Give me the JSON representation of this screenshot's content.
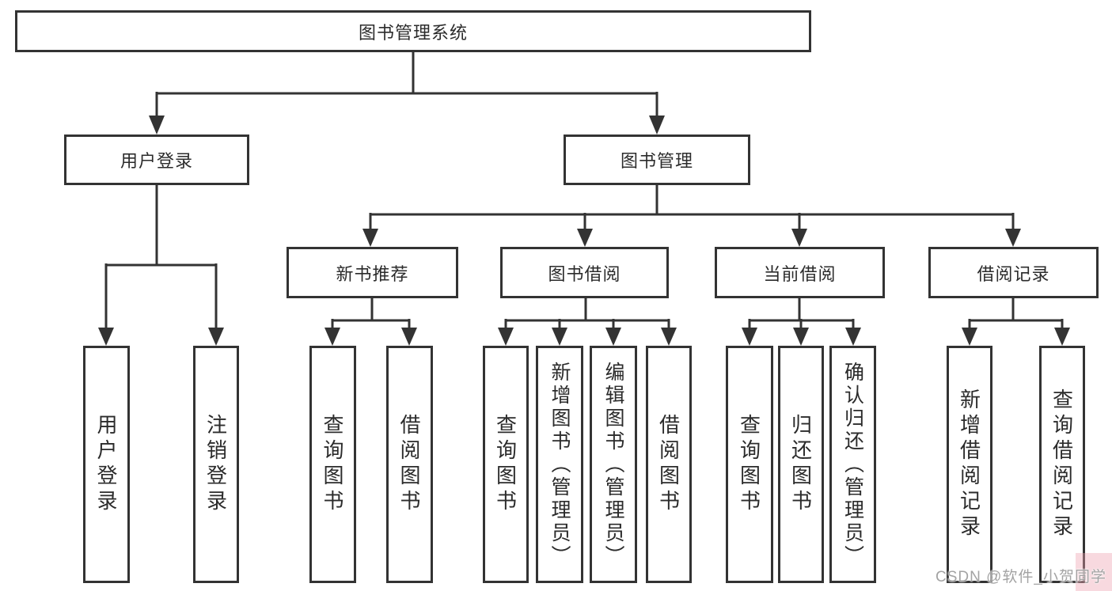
{
  "tree": {
    "label": "图书管理系统",
    "children": [
      {
        "label": "用户登录",
        "children": [
          {
            "label": "用户登录"
          },
          {
            "label": "注销登录"
          }
        ]
      },
      {
        "label": "图书管理",
        "children": [
          {
            "label": "新书推荐",
            "children": [
              {
                "label": "查询图书"
              },
              {
                "label": "借阅图书"
              }
            ]
          },
          {
            "label": "图书借阅",
            "children": [
              {
                "label": "查询图书"
              },
              {
                "label": "新增图书（管理员）"
              },
              {
                "label": "编辑图书（管理员）"
              },
              {
                "label": "借阅图书"
              }
            ]
          },
          {
            "label": "当前借阅",
            "children": [
              {
                "label": "查询图书"
              },
              {
                "label": "归还图书"
              },
              {
                "label": "确认归还（管理员）"
              }
            ]
          },
          {
            "label": "借阅记录",
            "children": [
              {
                "label": "新增借阅记录"
              },
              {
                "label": "查询借阅记录"
              }
            ]
          }
        ]
      }
    ]
  },
  "watermark": {
    "text": "CSDN @软件_小贺同学"
  },
  "colors": {
    "line": "#333333",
    "box_border": "#333333",
    "box_background": "#ffffff",
    "text": "#2b2b2b",
    "watermark_text": "#a3a3a3",
    "watermark_accent": "#eea0af",
    "page_background": "#ffffff"
  }
}
